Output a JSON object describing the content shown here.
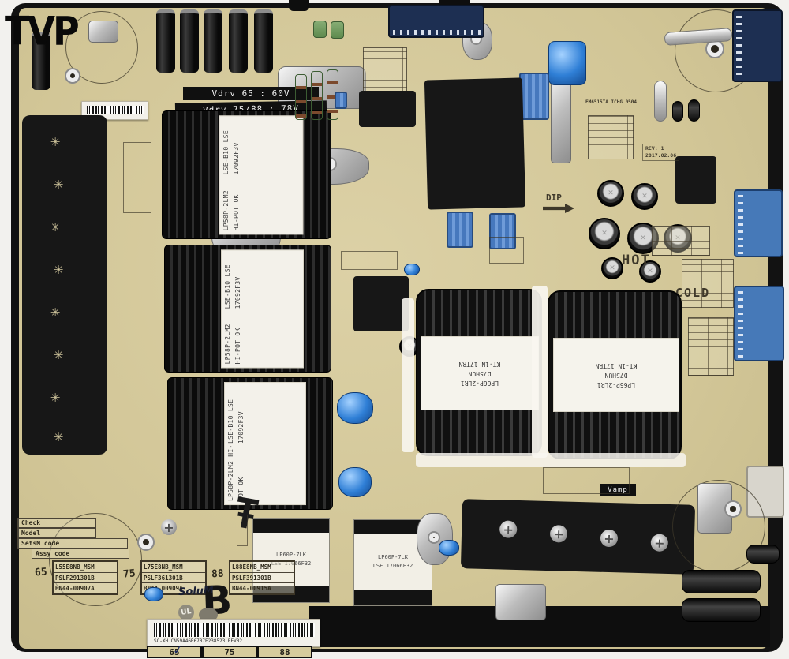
{
  "photo": {
    "watermark": "TVP",
    "board_letter": "B",
    "cross_mark": "Ŧ"
  },
  "silkscreen": {
    "vdrv_65": "Vdrv 65 : 60V",
    "vdrv_75_88": "Vdrv 75/88 : 78V",
    "hot": "HOT",
    "cold": "COLD",
    "dip": "DIP",
    "vamp": "Vamp",
    "rev_line1": "REV: 1",
    "rev_line2": "2017.02.06",
    "fuse_note": "FM6515TA ICHG 0504"
  },
  "component_labels": {
    "left_transformer_line1": "LP58P-2LM2 HI-POT OK",
    "left_transformer_line2": "LSE-B10 LSE 17092F3V",
    "main_transformer_line1": "LP66P-2LR1",
    "main_transformer_line2": "D75HUN",
    "main_transformer_line3": "KT-1N 17TRN",
    "choke_line1": "LP60P-7LK",
    "choke_line2": "LSE 17066F32"
  },
  "spec_table": {
    "row_labels": [
      "Check",
      "Model",
      "SetsM code",
      "Assy code"
    ],
    "columns": [
      {
        "size": "65",
        "model": "L55E8NB_MSM",
        "sets_code": "PSLF291301B",
        "assy_code": "BN44-00907A"
      },
      {
        "size": "75",
        "model": "L75E8NB_MSM",
        "sets_code": "PSLF361301B",
        "assy_code": "BN44-00909A"
      },
      {
        "size": "88",
        "model": "L88E8NB_MSM",
        "sets_code": "PSLF391301B",
        "assy_code": "BN44-00915A"
      }
    ]
  },
  "branding": {
    "manufacturer": "SoluM",
    "cert_mark": "UL"
  },
  "barcode_sticker": {
    "code_text": "SC-XH CN59A46R6707E238523 REV02",
    "check_glyph": "✓",
    "size_options": [
      {
        "label": "65",
        "checked": true
      },
      {
        "label": "75",
        "checked": false
      },
      {
        "label": "88",
        "checked": false
      }
    ]
  },
  "colors": {
    "board": "#d5c99b",
    "component_black": "#171717",
    "film_cap_blue": "#4a7cc0",
    "connector_blue": "#4679b8",
    "connector_navy": "#1d2f52",
    "silkscreen": "#3e382a"
  }
}
